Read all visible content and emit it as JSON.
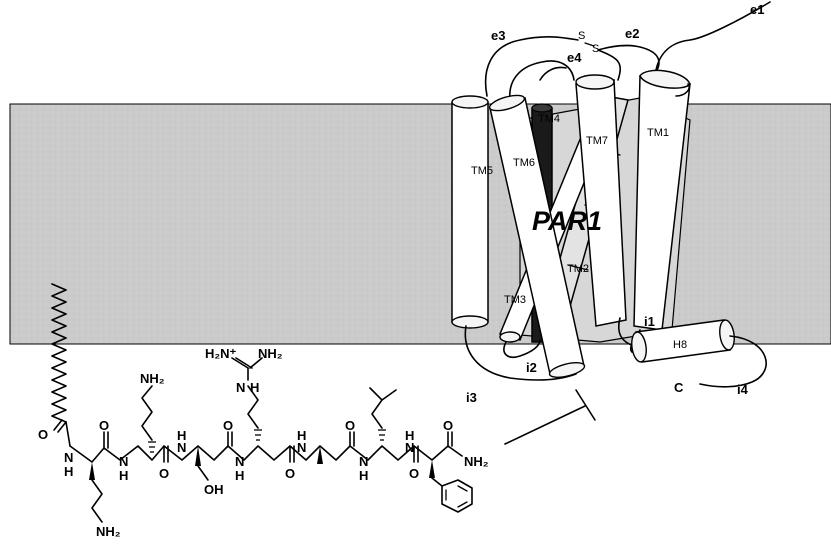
{
  "receptor": {
    "name": "PAR1",
    "helices": {
      "tm1": "TM1",
      "tm2": "TM2",
      "tm3": "TM3",
      "tm4": "TM4",
      "tm5": "TM5",
      "tm6": "TM6",
      "tm7": "TM7",
      "h8": "H8"
    },
    "loops": {
      "e1": "e1",
      "e2": "e2",
      "e3": "e3",
      "e4": "e4",
      "i1": "i1",
      "i2": "i2",
      "i3": "i3",
      "i4": "i4"
    },
    "c_terminus": "C",
    "disulfide": {
      "s1": "S",
      "s2": "S"
    }
  },
  "ligand": {
    "groups": {
      "o_acyl": "O",
      "nh_1": "N",
      "h_1": "H",
      "nh2_lys1": "NH₂",
      "o_1": "O",
      "nh_2": "N",
      "h_2": "H",
      "nh2_lys2": "NH₂",
      "o_2": "O",
      "nh_3": "N",
      "h_3": "H",
      "oh_ser": "OH",
      "o_3": "O",
      "nh_4": "N",
      "h_4": "H",
      "nh_arg": "N",
      "h_arg": "H",
      "h2n_plus": "H₂N⁺",
      "nh2_arg": "NH₂",
      "o_4": "O",
      "nh_5": "N",
      "h_5": "H",
      "o_5": "O",
      "nh_6": "N",
      "h_6": "H",
      "o_6": "O",
      "nh_7": "N",
      "h_7": "H",
      "o_7": "O",
      "nh2_amide": "NH₂"
    }
  }
}
